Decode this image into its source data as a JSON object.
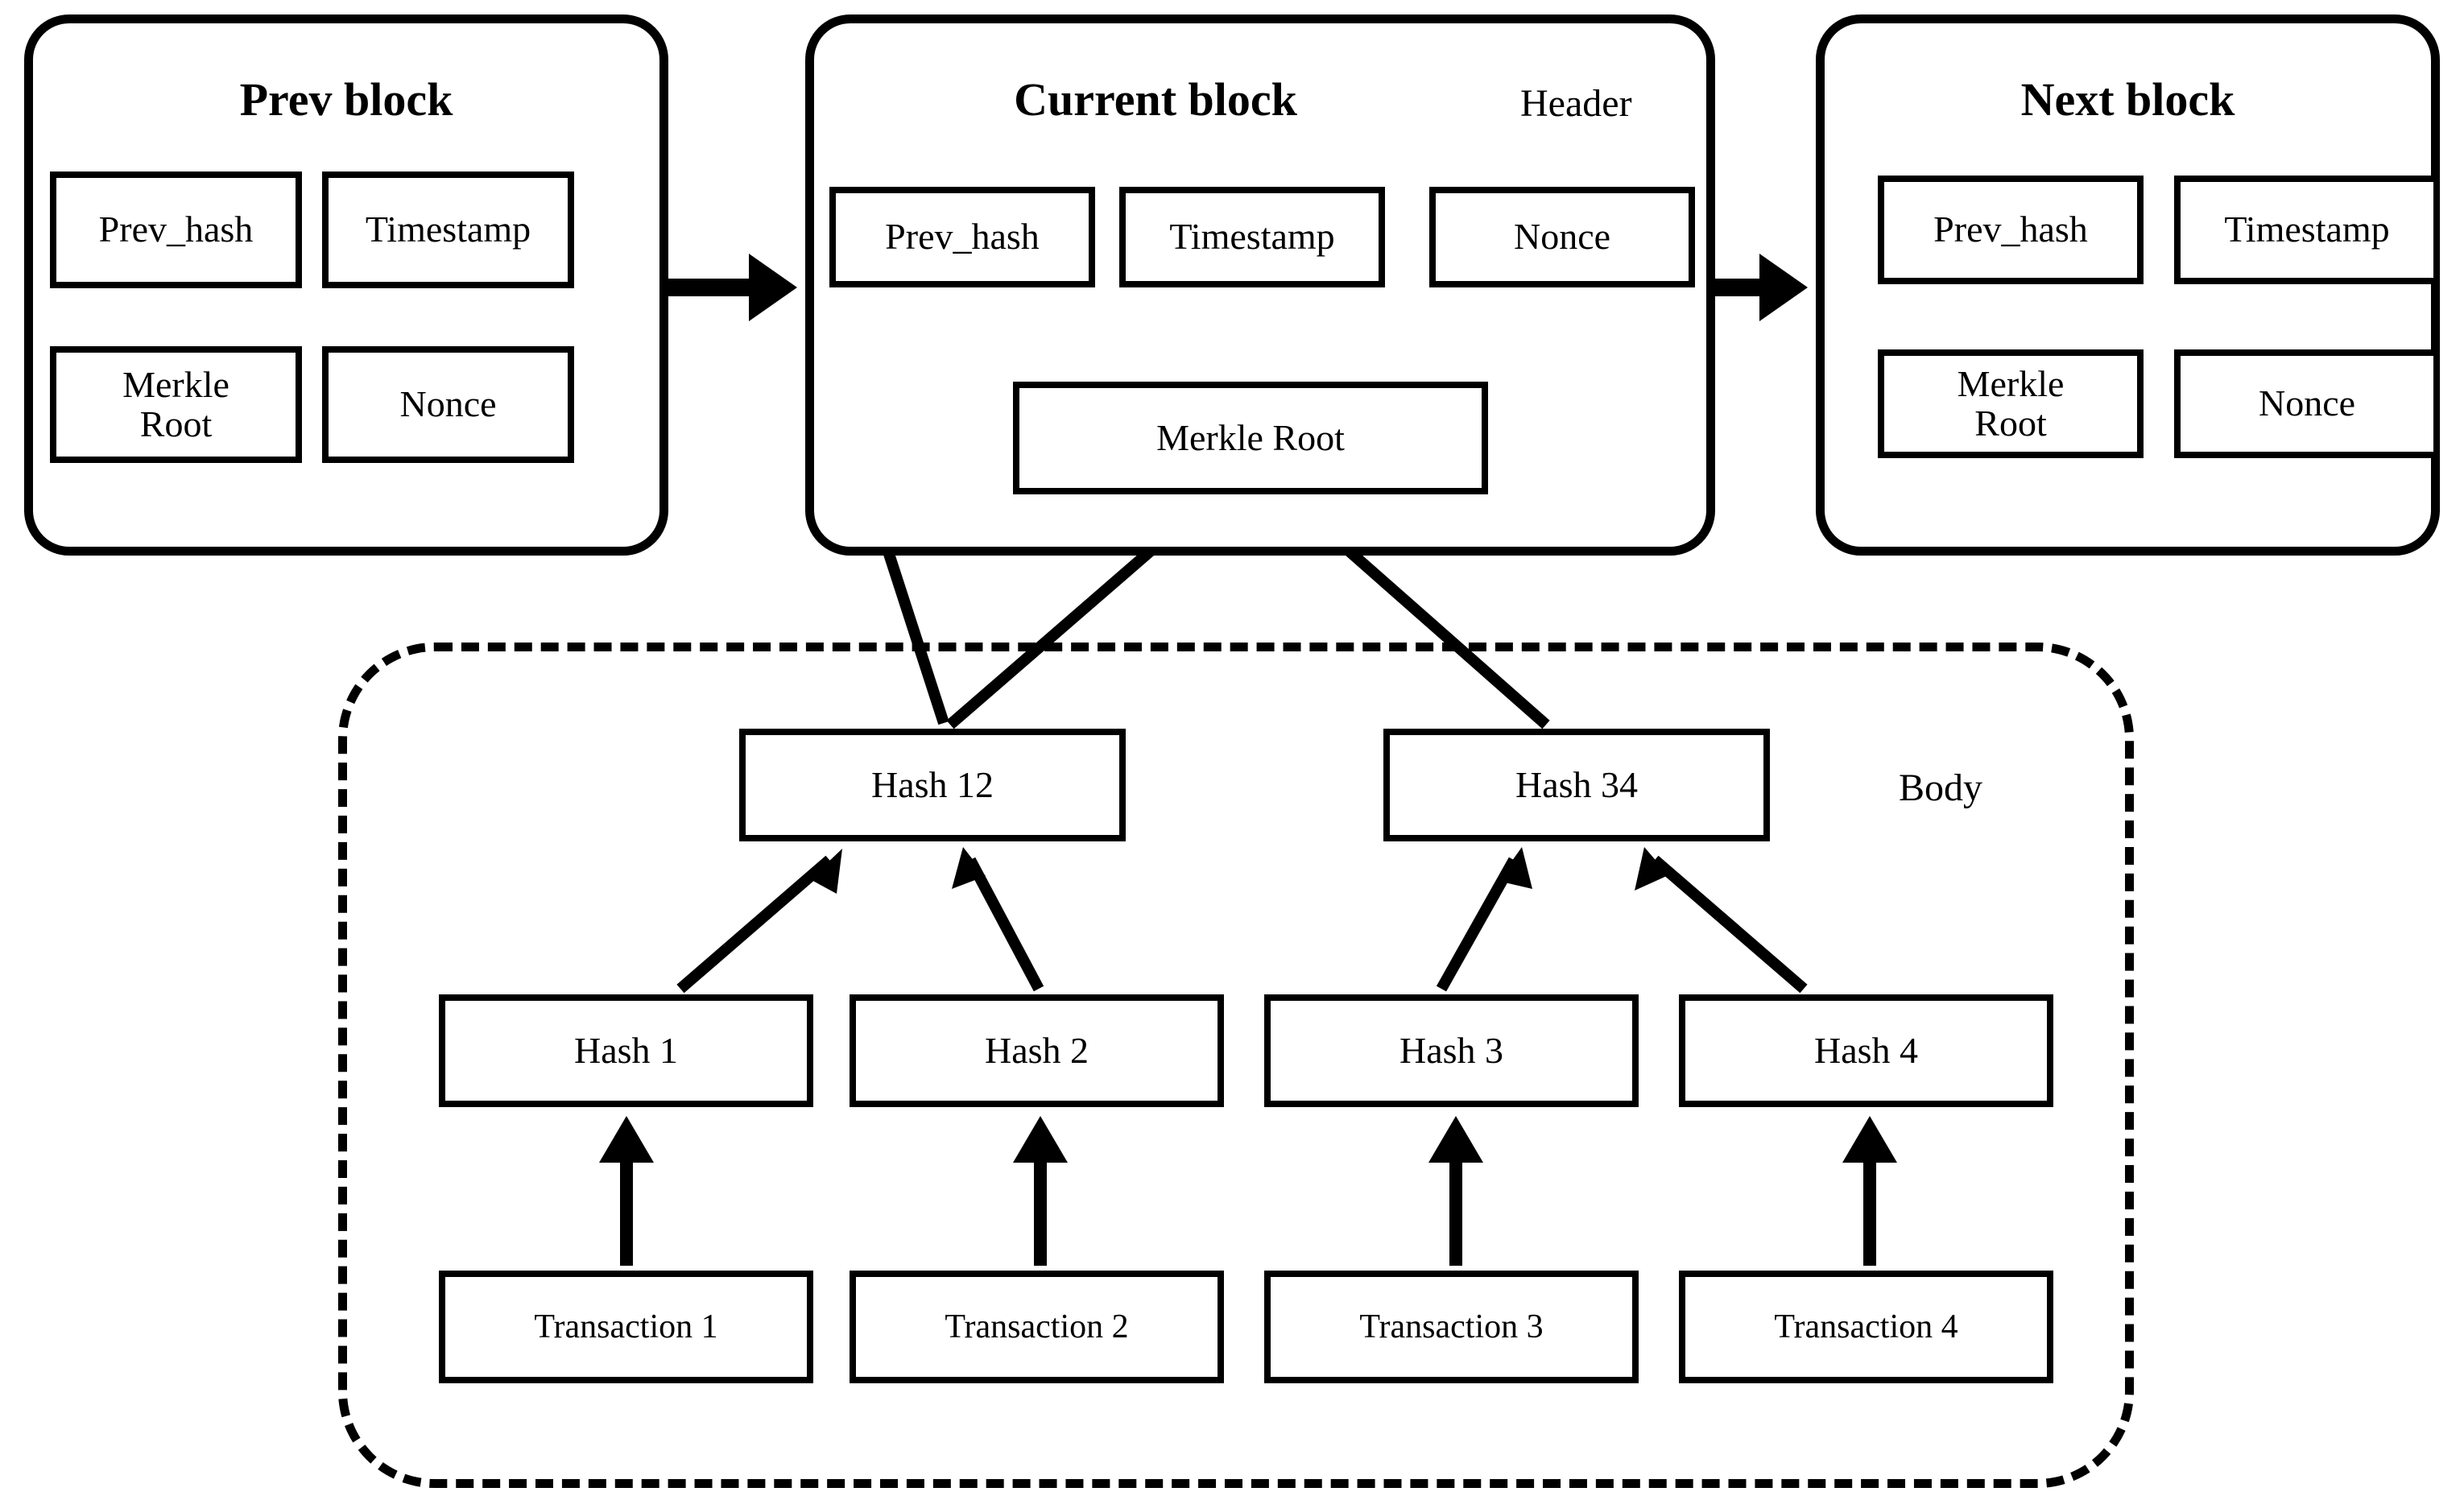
{
  "diagram": {
    "title": "Blockchain block and Merkle tree structure",
    "stroke_color": "#000000",
    "background_color": "#ffffff"
  },
  "blocks": [
    {
      "id": "prev-block",
      "title": "Prev block",
      "fields": [
        "Prev_hash",
        "Timestamp",
        "Merkle\nRoot",
        "Nonce"
      ]
    },
    {
      "id": "current-block",
      "title": "Current block",
      "side_label": "Header",
      "fields": [
        "Prev_hash",
        "Timestamp",
        "Nonce",
        "Merkle Root"
      ]
    },
    {
      "id": "next-block",
      "title": "Next block",
      "fields": [
        "Prev_hash",
        "Timestamp",
        "Merkle\nRoot",
        "Nonce"
      ]
    }
  ],
  "body": {
    "label": "Body",
    "merkle_level_2": [
      "Hash 12",
      "Hash 34"
    ],
    "merkle_level_1": [
      "Hash 1",
      "Hash 2",
      "Hash 3",
      "Hash 4"
    ],
    "transactions": [
      "Transaction 1",
      "Transaction 2",
      "Transaction 3",
      "Transaction 4"
    ]
  },
  "labels": {
    "prev_hash": "Prev_hash",
    "timestamp": "Timestamp",
    "merkle_root_two_line": "Merkle\nRoot",
    "merkle_root": "Merkle Root",
    "nonce": "Nonce",
    "header": "Header",
    "body": "Body",
    "hash12": "Hash 12",
    "hash34": "Hash 34",
    "hash1": "Hash 1",
    "hash2": "Hash 2",
    "hash3": "Hash 3",
    "hash4": "Hash 4",
    "tx1": "Transaction 1",
    "tx2": "Transaction 2",
    "tx3": "Transaction 3",
    "tx4": "Transaction 4",
    "prev_block": "Prev block",
    "current_block": "Current block",
    "next_block": "Next block"
  }
}
